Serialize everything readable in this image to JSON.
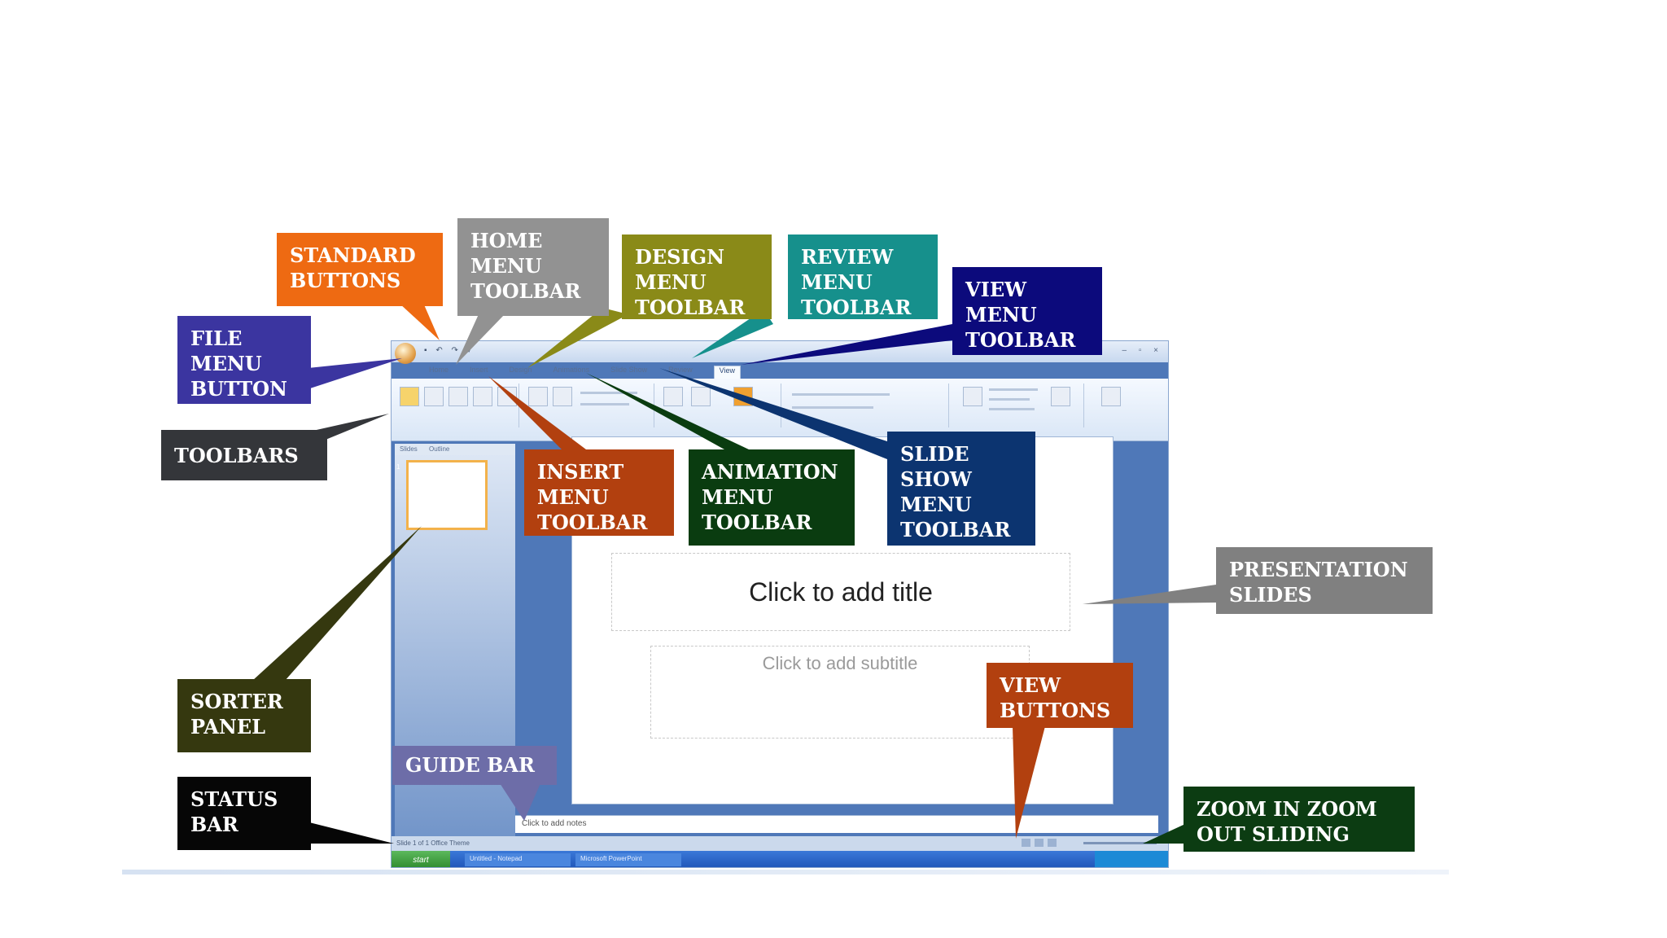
{
  "window": {
    "quick_access": "▪ ↶ ↷ ▾",
    "controls": "– ▫ ×",
    "tabs": [
      "Home",
      "Insert",
      "Design",
      "Animations",
      "Slide Show",
      "Review",
      "View"
    ],
    "sorter_tabs": [
      "Slides",
      "Outline"
    ],
    "thumb_number": "1",
    "title_placeholder": "Click to add title",
    "subtitle_placeholder": "Click to add subtitle",
    "notes_placeholder": "Click to add notes",
    "status_text": "Slide 1 of 1   Office Theme",
    "start_label": "start",
    "taskbar_items": [
      "Untitled - Notepad",
      "Microsoft PowerPoint"
    ]
  },
  "callouts": [
    {
      "id": "file-menu-button",
      "text": "FILE MENU BUTTON",
      "color": "#3b35a0"
    },
    {
      "id": "standard-buttons",
      "text": "STANDARD BUTTONS",
      "color": "#ee6a12"
    },
    {
      "id": "home-menu-toolbar",
      "text": "HOME MENU TOOLBAR",
      "color": "#929292"
    },
    {
      "id": "design-menu-toolbar",
      "text": "DESIGN MENU TOOLBAR",
      "color": "#8a8a18"
    },
    {
      "id": "review-menu-toolbar",
      "text": "REVIEW MENU TOOLBAR",
      "color": "#16908c"
    },
    {
      "id": "view-menu-toolbar",
      "text": "VIEW MENU TOOLBAR",
      "color": "#0c0a7c"
    },
    {
      "id": "toolbars",
      "text": "TOOLBARS",
      "color": "#34363a"
    },
    {
      "id": "insert-menu-toolbar",
      "text": "INSERT MENU TOOLBAR",
      "color": "#b2400f"
    },
    {
      "id": "animation-menu-toolbar",
      "text": "ANIMATION MENU TOOLBAR",
      "color": "#0a3c10"
    },
    {
      "id": "slide-show-menu-toolbar",
      "text": "SLIDE SHOW MENU TOOLBAR",
      "color": "#0c3470"
    },
    {
      "id": "presentation-slides",
      "text": "PRESENTATION SLIDES",
      "color": "#808080"
    },
    {
      "id": "sorter-panel",
      "text": "SORTER PANEL",
      "color": "#35380f"
    },
    {
      "id": "view-buttons",
      "text": "VIEW BUTTONS",
      "color": "#b2400f"
    },
    {
      "id": "guide-bar",
      "text": "GUIDE BAR",
      "color": "#6d6da8"
    },
    {
      "id": "status-bar",
      "text": "STATUS BAR",
      "color": "#060606"
    },
    {
      "id": "zoom-sliding-bar",
      "text": "ZOOM IN ZOOM OUT SLIDING BAR",
      "color": "#0c3c12"
    }
  ]
}
